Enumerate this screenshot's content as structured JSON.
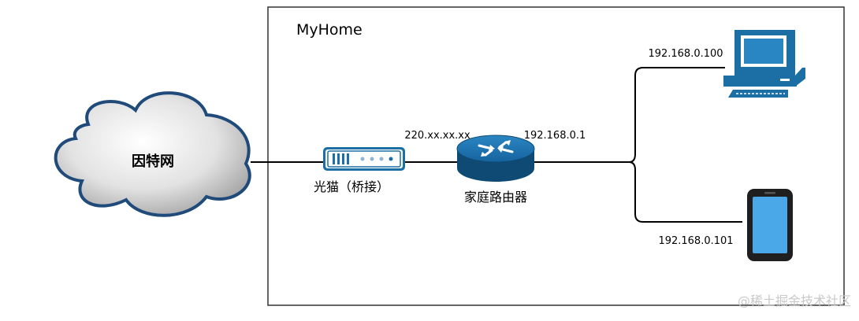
{
  "container": {
    "title": "MyHome"
  },
  "cloud": {
    "label": "因特网"
  },
  "modem": {
    "label": "光猫（桥接）"
  },
  "router": {
    "label": "家庭路由器",
    "wan_ip": "220.xx.xx.xx",
    "lan_ip": "192.168.0.1"
  },
  "desktop": {
    "ip": "192.168.0.100",
    "icon": "desktop-computer-icon"
  },
  "phone": {
    "ip": "192.168.0.101",
    "icon": "smartphone-icon"
  },
  "watermark": {
    "text": "@稀土掘金技术社区"
  },
  "colors": {
    "device_blue": "#1b6fa4",
    "device_dark": "#0e4a73",
    "cloud_edge": "#1f4a7a",
    "phone_screen": "#4aa8e8",
    "line": "#000000"
  }
}
